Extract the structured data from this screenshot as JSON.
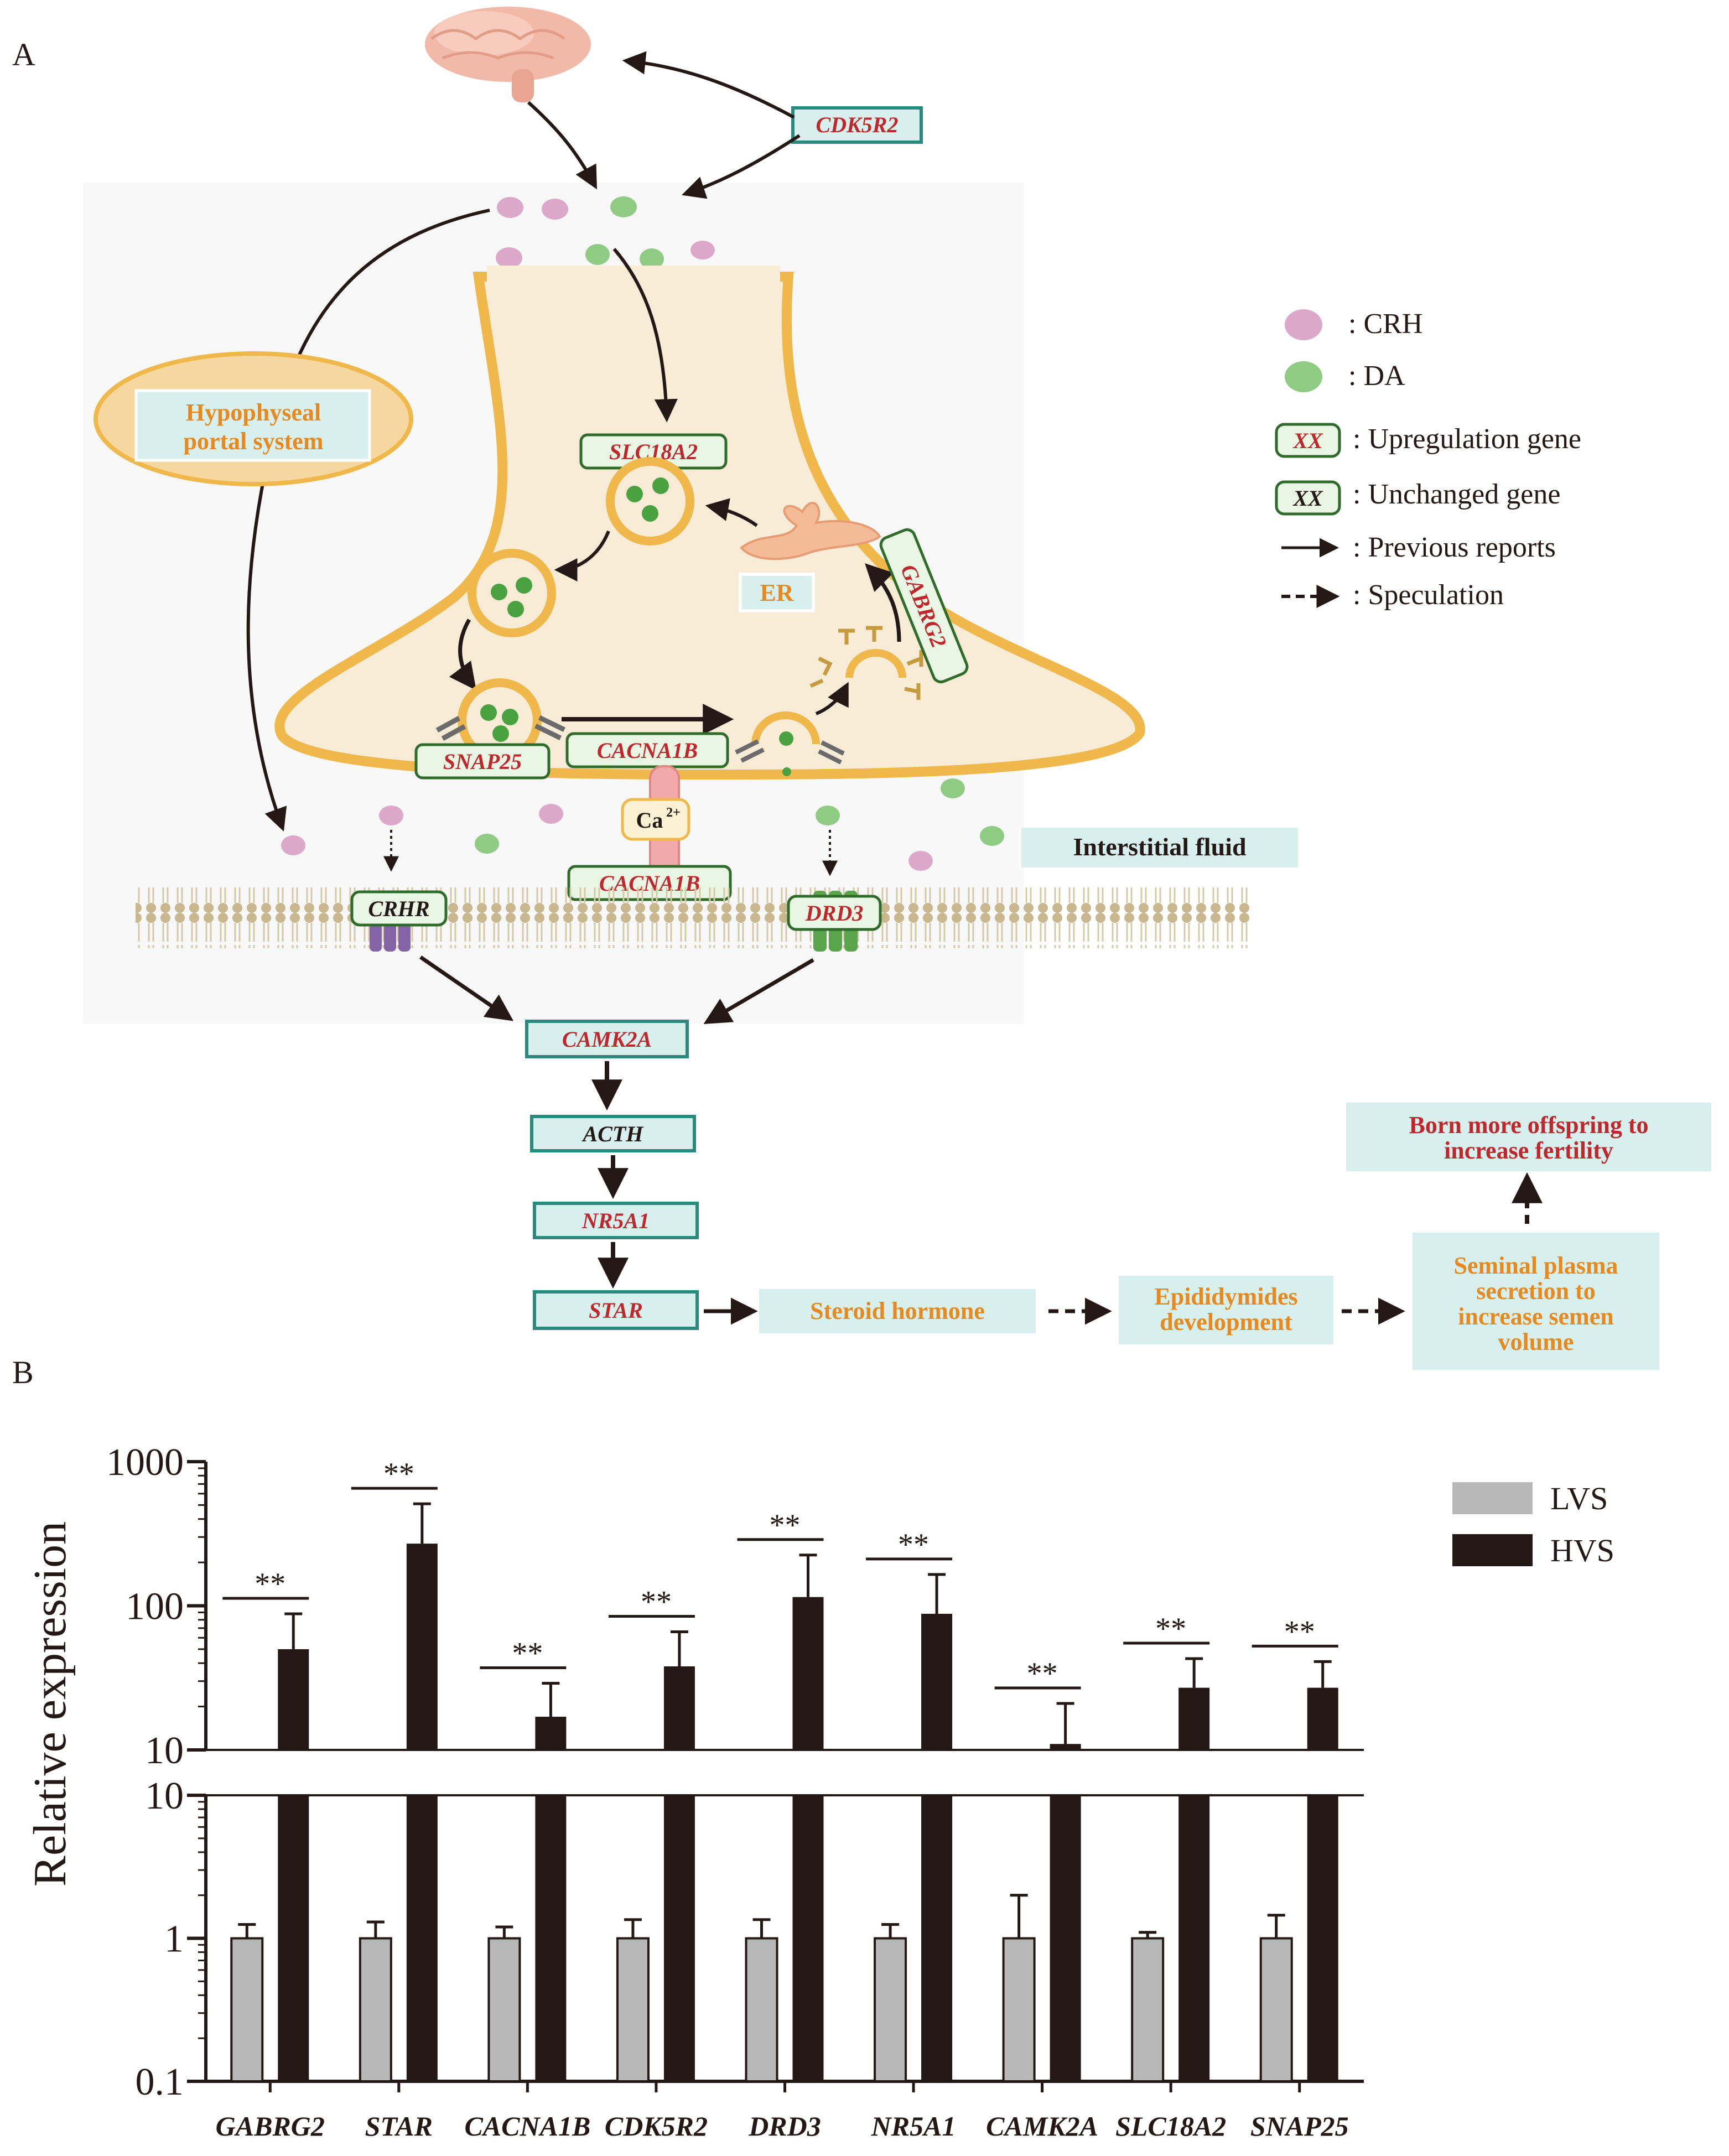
{
  "panel_a": {
    "label": "A",
    "top_gene": "CDK5R2",
    "portal": {
      "line1": "Hypophyseal",
      "line2": "portal system"
    },
    "legend": {
      "crh": ": CRH",
      "da": ": DA",
      "up_sample": "XX",
      "up": ": Upregulation gene",
      "unchanged_sample": "XX",
      "unchanged": ": Unchanged  gene",
      "previous": ": Previous reports",
      "speculation": ": Speculation"
    },
    "genes": {
      "slc18a2": "SLC18A2",
      "gabrg2": "GABRG2",
      "snap25": "SNAP25",
      "cacna1b_top": "CACNA1B",
      "cacna1b_bottom": "CACNA1B",
      "crhr": "CRHR",
      "drd3": "DRD3",
      "camk2a": "CAMK2A",
      "acth": "ACTH",
      "nr5a1": "NR5A1",
      "star": "STAR"
    },
    "er": "ER",
    "ca": "Ca",
    "ca_sup": "2+",
    "interstitial": "Interstitial fluid",
    "outcomes": {
      "steroid": "Steroid hormone",
      "epid": {
        "line1": "Epididymides",
        "line2": "development"
      },
      "seminal": {
        "line1": "Seminal plasma",
        "line2": "secretion to",
        "line3": "increase semen",
        "line4": "volume"
      },
      "fertility": {
        "line1": "Born more offspring to",
        "line2": "increase fertility"
      }
    },
    "colors": {
      "up_text": "#c0272d",
      "orange_text": "#e8891e",
      "teal": "#2b8a7e",
      "box_fill": "#d7f0ee"
    }
  },
  "panel_b": {
    "label": "B",
    "sig": "**",
    "legend": {
      "lvs": "LVS",
      "hvs": "HVS"
    }
  },
  "chart_data": {
    "type": "bar",
    "ylabel": "Relative expression",
    "yscale": "log",
    "axis_break": true,
    "lower_segment": {
      "range": [
        0.1,
        10
      ],
      "ticks": [
        "0.1",
        "1",
        "10"
      ]
    },
    "upper_segment": {
      "range": [
        10,
        1000
      ],
      "ticks": [
        "10",
        "100",
        "1000"
      ]
    },
    "categories": [
      "GABRG2",
      "STAR",
      "CACNA1B",
      "CDK5R2",
      "DRD3",
      "NR5A1",
      "CAMK2A",
      "SLC18A2",
      "SNAP25"
    ],
    "series": [
      {
        "name": "LVS",
        "color": "#b8b8b8",
        "values": [
          1,
          1,
          1,
          1,
          1,
          1,
          1,
          1,
          1
        ],
        "errors": [
          1.25,
          1.3,
          1.2,
          1.35,
          1.35,
          1.25,
          2.0,
          1.1,
          1.45
        ]
      },
      {
        "name": "HVS",
        "color": "#231815",
        "values": [
          50,
          270,
          17,
          38,
          115,
          88,
          11,
          27,
          27
        ],
        "errors": [
          88,
          510,
          29,
          66,
          225,
          165,
          21,
          43,
          41
        ]
      }
    ],
    "significance": [
      "**",
      "**",
      "**",
      "**",
      "**",
      "**",
      "**",
      "**",
      "**"
    ]
  }
}
